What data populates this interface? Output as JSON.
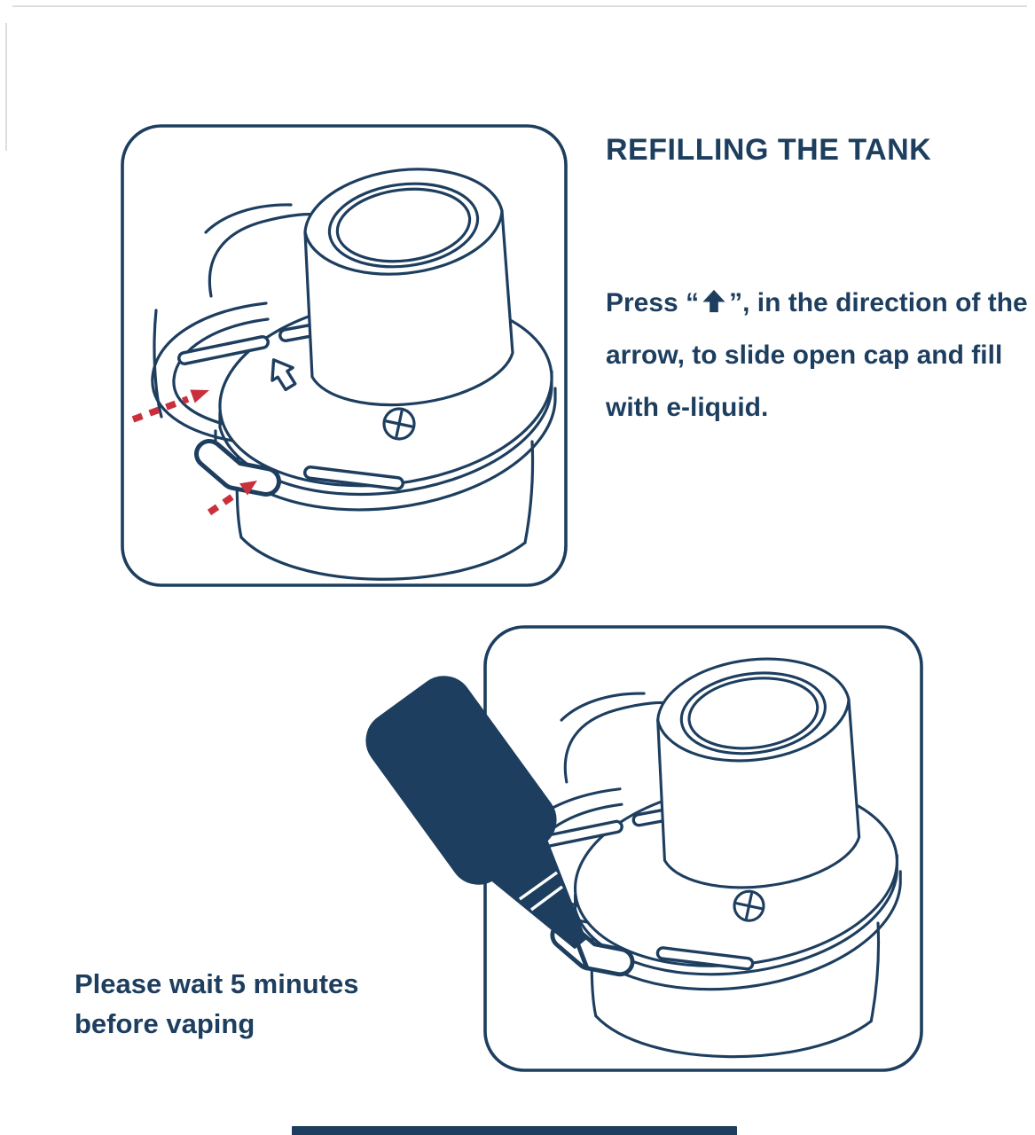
{
  "colors": {
    "ink": "#1d3e5f",
    "red": "#c9303c",
    "paper": "#ffffff"
  },
  "header": {
    "title": "REFILLING THE TANK"
  },
  "instruction": {
    "press_prefix": "Press “",
    "press_suffix": "”, in the direction of the arrow, to slide open cap and fill with e-liquid."
  },
  "note": {
    "prefix": "Please wait ",
    "highlight": "5",
    "suffix": " minutes before vaping"
  },
  "icons": {
    "inline_arrow": "up-arrow-icon",
    "slide_arrow": "up-arrow-icon",
    "dashed_arrows": "red-dashed-arrow-icon",
    "bottle": "e-liquid-bottle-icon",
    "screw": "screw-cross-icon"
  }
}
